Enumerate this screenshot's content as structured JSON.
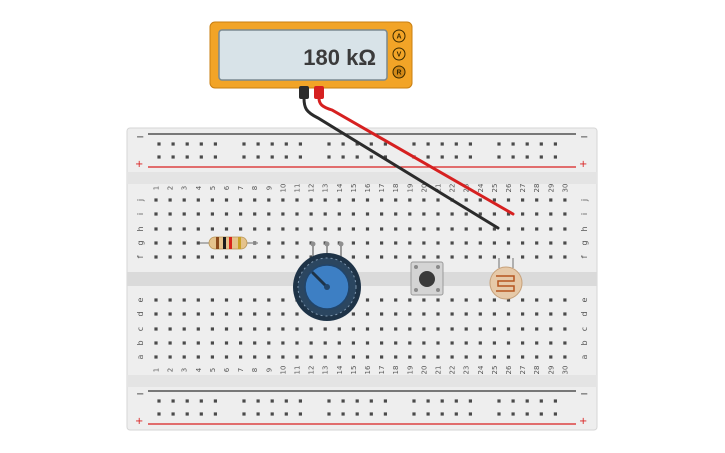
{
  "multimeter": {
    "reading": "180 kΩ",
    "modes": [
      "A",
      "V",
      "R"
    ],
    "selected_mode": "R",
    "body_color": "#f2a427",
    "display_color": "#d8e3e8"
  },
  "breadboard": {
    "columns": 30,
    "top_rows": [
      "j",
      "i",
      "h",
      "g",
      "f"
    ],
    "bottom_rows": [
      "e",
      "d",
      "c",
      "b",
      "a"
    ],
    "rail_minus": "−",
    "rail_plus": "+",
    "rail_red": "#d92020",
    "rail_black": "#333333"
  },
  "components": {
    "resistor": {
      "icon": "resistor-icon"
    },
    "potentiometer": {
      "icon": "potentiometer-icon",
      "knob_color": "#3d7fc4"
    },
    "pushbutton": {
      "icon": "pushbutton-icon"
    },
    "photoresistor": {
      "icon": "photoresistor-icon"
    }
  },
  "probes": {
    "black_color": "#2b2b2b",
    "red_color": "#d62020"
  }
}
